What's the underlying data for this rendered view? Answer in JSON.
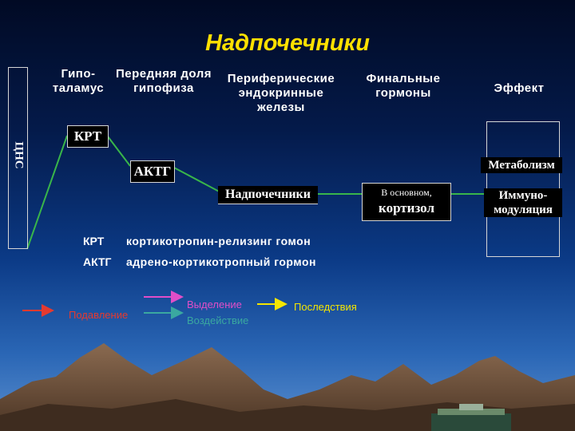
{
  "title": "Надпочечники",
  "headers": {
    "hypothalamus": [
      "Гипо-",
      "таламус"
    ],
    "pituitary": [
      "Передняя доля",
      "гипофиза"
    ],
    "peripheral": [
      "Периферические",
      "эндокринные",
      "железы"
    ],
    "final": [
      "Финальные",
      "гормоны"
    ],
    "effect": "Эффект"
  },
  "cns_label": "ЦНС",
  "nodes": {
    "krt": "КРТ",
    "actg": "АКТГ",
    "adrenal": "Надпочечники",
    "final_line1": "В основном,",
    "final_line2": "кортизол",
    "metabolism": "Метаболизм",
    "immuno": [
      "Иммуно-",
      "модуляция"
    ]
  },
  "definitions": [
    {
      "abbr": "КРТ",
      "text": "кортикотропин-релизинг гомон"
    },
    {
      "abbr": "АКТГ",
      "text": "адрено-кортикотропный гормон"
    }
  ],
  "legend": {
    "suppression": "Подавление",
    "release": "Выделение",
    "action": "Воздействие",
    "consequences": "Последствия"
  },
  "colors": {
    "title": "#ffe000",
    "connector": "#39b54a",
    "suppression": "#e53a2f",
    "release": "#e04ec8",
    "action": "#3aa8a0",
    "consequences": "#f5e600",
    "mountains": "#7a5c45"
  }
}
